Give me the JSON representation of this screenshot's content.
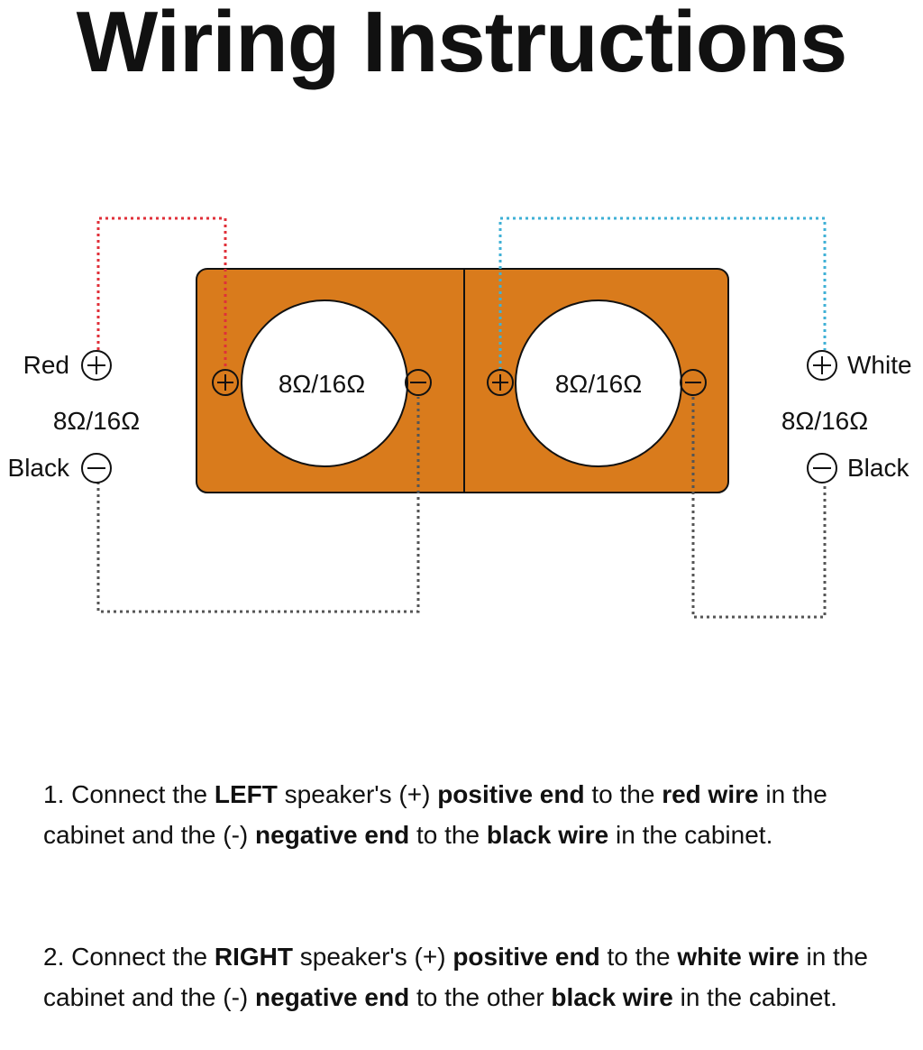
{
  "title": "Wiring Instructions",
  "colors": {
    "cabinet": "#d97b1c",
    "red_wire": "#e0303a",
    "white_wire": "#3fb0d6",
    "black_wire": "#555555"
  },
  "diagram": {
    "left_outside": {
      "positive_label": "Red",
      "impedance": "8Ω/16Ω",
      "negative_label": "Black"
    },
    "right_outside": {
      "positive_label": "White",
      "impedance": "8Ω/16Ω",
      "negative_label": "Black"
    },
    "speakers": [
      {
        "impedance": "8Ω/16Ω"
      },
      {
        "impedance": "8Ω/16Ω"
      }
    ]
  },
  "steps": [
    {
      "parts": [
        {
          "text": "1. Connect the ",
          "bold": false
        },
        {
          "text": "LEFT",
          "bold": true
        },
        {
          "text": " speaker's (+) ",
          "bold": false
        },
        {
          "text": "positive end",
          "bold": true
        },
        {
          "text": " to the ",
          "bold": false
        },
        {
          "text": "red wire",
          "bold": true
        },
        {
          "text": " in the cabinet and the (-) ",
          "bold": false
        },
        {
          "text": "negative end",
          "bold": true
        },
        {
          "text": " to the ",
          "bold": false
        },
        {
          "text": "black wire",
          "bold": true
        },
        {
          "text": " in the cabinet.",
          "bold": false
        }
      ]
    },
    {
      "parts": [
        {
          "text": "2. Connect the ",
          "bold": false
        },
        {
          "text": "RIGHT",
          "bold": true
        },
        {
          "text": " speaker's (+) ",
          "bold": false
        },
        {
          "text": "positive end",
          "bold": true
        },
        {
          "text": " to the ",
          "bold": false
        },
        {
          "text": "white wire",
          "bold": true
        },
        {
          "text": " in the cabinet and the (-) ",
          "bold": false
        },
        {
          "text": "negative end",
          "bold": true
        },
        {
          "text": " to the other ",
          "bold": false
        },
        {
          "text": "black wire",
          "bold": true
        },
        {
          "text": " in the cabinet.",
          "bold": false
        }
      ]
    }
  ]
}
